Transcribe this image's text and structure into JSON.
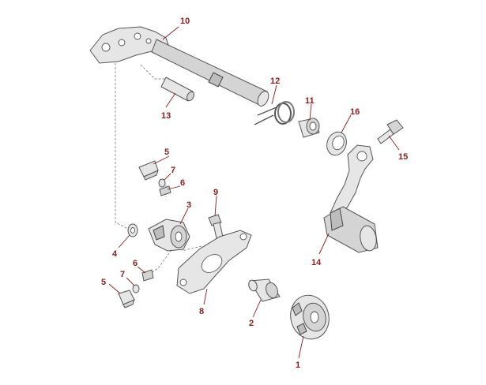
{
  "callouts": [
    {
      "id": "p1",
      "label": "1"
    },
    {
      "id": "p2",
      "label": "2"
    },
    {
      "id": "p3",
      "label": "3"
    },
    {
      "id": "p4",
      "label": "4"
    },
    {
      "id": "p5a",
      "label": "5"
    },
    {
      "id": "p5b",
      "label": "5"
    },
    {
      "id": "p6a",
      "label": "6"
    },
    {
      "id": "p6b",
      "label": "6"
    },
    {
      "id": "p7a",
      "label": "7"
    },
    {
      "id": "p7b",
      "label": "7"
    },
    {
      "id": "p8",
      "label": "8"
    },
    {
      "id": "p9",
      "label": "9"
    },
    {
      "id": "p10",
      "label": "10"
    },
    {
      "id": "p11",
      "label": "11"
    },
    {
      "id": "p12",
      "label": "12"
    },
    {
      "id": "p13",
      "label": "13"
    },
    {
      "id": "p14",
      "label": "14"
    },
    {
      "id": "p15",
      "label": "15"
    },
    {
      "id": "p16",
      "label": "16"
    }
  ]
}
